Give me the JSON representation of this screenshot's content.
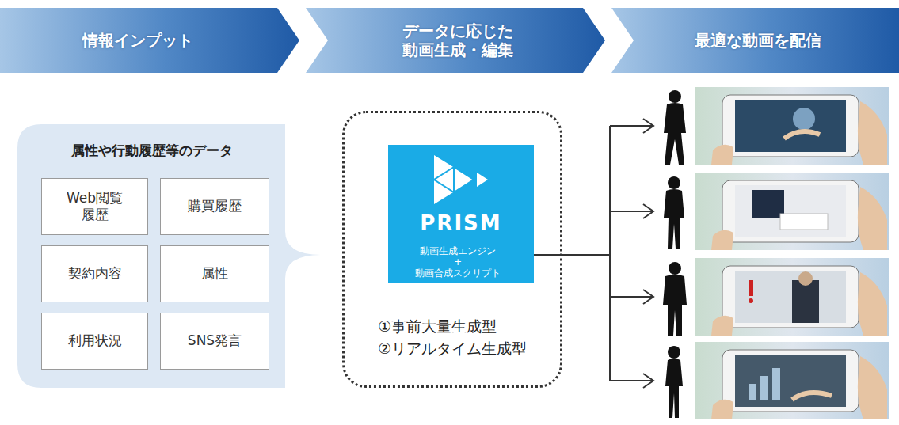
{
  "diagram": {
    "nodes": [
      {
        "text": [
          "情報インプット"
        ]
      },
      {
        "text": [
          "データに応じた 動画生成・編集"
        ]
      },
      {
        "text": [
          "最適な動画を配信"
        ]
      },
      {
        "text": [
          "属性や行動履歴等のデータ"
        ]
      },
      {
        "text": [
          "Web閲覧 履歴"
        ],
        "in": 3
      },
      {
        "text": [
          "購買履歴"
        ],
        "in": 3
      },
      {
        "text": [
          "契約内容"
        ],
        "in": 3
      },
      {
        "text": [
          "属性"
        ],
        "in": 3
      },
      {
        "text": [
          "利用状況"
        ],
        "in": 3
      },
      {
        "text": [
          "SNS発言"
        ],
        "in": 3
      },
      {
        "text": [
          "①事前大量生成型 ②リアルタイム生成型"
        ]
      },
      {
        "text": [
          "PRISM",
          "動画生成エンジン + 動画合成スクリプト"
        ],
        "in": 10
      }
    ]
  }
}
